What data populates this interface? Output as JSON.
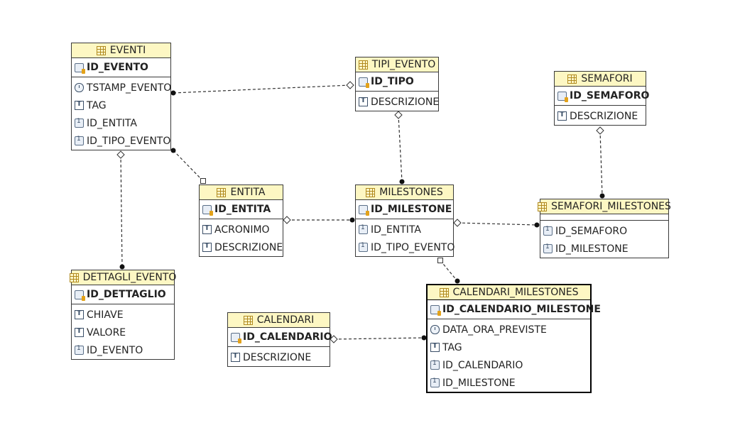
{
  "tables": [
    {
      "id": "eventi",
      "name": "EVENTI",
      "pk": "ID_EVENTO",
      "columns": [
        {
          "name": "TSTAMP_EVENTO",
          "icon": "timestamp-icon"
        },
        {
          "name": "TAG",
          "icon": "text-column-icon"
        },
        {
          "name": "ID_ENTITA",
          "icon": "foreign-key-column-icon"
        },
        {
          "name": "ID_TIPO_EVENTO",
          "icon": "foreign-key-column-icon"
        }
      ]
    },
    {
      "id": "tipi-evento",
      "name": "TIPI_EVENTO",
      "pk": "ID_TIPO",
      "columns": [
        {
          "name": "DESCRIZIONE",
          "icon": "text-column-icon"
        }
      ]
    },
    {
      "id": "semafori",
      "name": "SEMAFORI",
      "pk": "ID_SEMAFORO",
      "columns": [
        {
          "name": "DESCRIZIONE",
          "icon": "text-column-icon"
        }
      ]
    },
    {
      "id": "entita",
      "name": "ENTITA",
      "pk": "ID_ENTITA",
      "columns": [
        {
          "name": "ACRONIMO",
          "icon": "text-column-icon"
        },
        {
          "name": "DESCRIZIONE",
          "icon": "text-column-icon"
        }
      ]
    },
    {
      "id": "milestones",
      "name": "MILESTONES",
      "pk": "ID_MILESTONE",
      "columns": [
        {
          "name": "ID_ENTITA",
          "icon": "foreign-key-column-icon"
        },
        {
          "name": "ID_TIPO_EVENTO",
          "icon": "foreign-key-column-icon"
        }
      ]
    },
    {
      "id": "semafori-milestones",
      "name": "SEMAFORI_MILESTONES",
      "pk": "",
      "columns": [
        {
          "name": "ID_SEMAFORO",
          "icon": "foreign-key-column-icon"
        },
        {
          "name": "ID_MILESTONE",
          "icon": "foreign-key-column-icon"
        }
      ]
    },
    {
      "id": "dettagli-evento",
      "name": "DETTAGLI_EVENTO",
      "pk": "ID_DETTAGLIO",
      "columns": [
        {
          "name": "CHIAVE",
          "icon": "text-column-icon"
        },
        {
          "name": "VALORE",
          "icon": "text-column-icon"
        },
        {
          "name": "ID_EVENTO",
          "icon": "foreign-key-column-icon"
        }
      ]
    },
    {
      "id": "calendari",
      "name": "CALENDARI",
      "pk": "ID_CALENDARIO",
      "columns": [
        {
          "name": "DESCRIZIONE",
          "icon": "text-column-icon"
        }
      ]
    },
    {
      "id": "calendari-milestones",
      "name": "CALENDARI_MILESTONES",
      "pk": "ID_CALENDARIO_MILESTONE",
      "columns": [
        {
          "name": "DATA_ORA_PREVISTE",
          "icon": "timestamp-icon"
        },
        {
          "name": "TAG",
          "icon": "text-column-icon"
        },
        {
          "name": "ID_CALENDARIO",
          "icon": "foreign-key-column-icon"
        },
        {
          "name": "ID_MILESTONE",
          "icon": "foreign-key-column-icon"
        }
      ]
    }
  ],
  "relationships": [
    {
      "from": "eventi",
      "to": "tipi-evento",
      "from_end": "dot",
      "to_end": "diamond"
    },
    {
      "from": "eventi",
      "to": "entita",
      "from_end": "dot",
      "to_end": "square"
    },
    {
      "from": "eventi",
      "to": "dettagli-evento",
      "from_end": "diamond",
      "to_end": "dot"
    },
    {
      "from": "tipi-evento",
      "to": "milestones",
      "from_end": "diamond",
      "to_end": "dot"
    },
    {
      "from": "entita",
      "to": "milestones",
      "from_end": "diamond",
      "to_end": "dot"
    },
    {
      "from": "milestones",
      "to": "semafori-milestones",
      "from_end": "diamond",
      "to_end": "dot"
    },
    {
      "from": "semafori",
      "to": "semafori-milestones",
      "from_end": "diamond",
      "to_end": "dot"
    },
    {
      "from": "milestones",
      "to": "calendari-milestones",
      "from_end": "square",
      "to_end": "dot"
    },
    {
      "from": "calendari",
      "to": "calendari-milestones",
      "from_end": "diamond",
      "to_end": "dot"
    }
  ],
  "selected_table": "calendari-milestones"
}
